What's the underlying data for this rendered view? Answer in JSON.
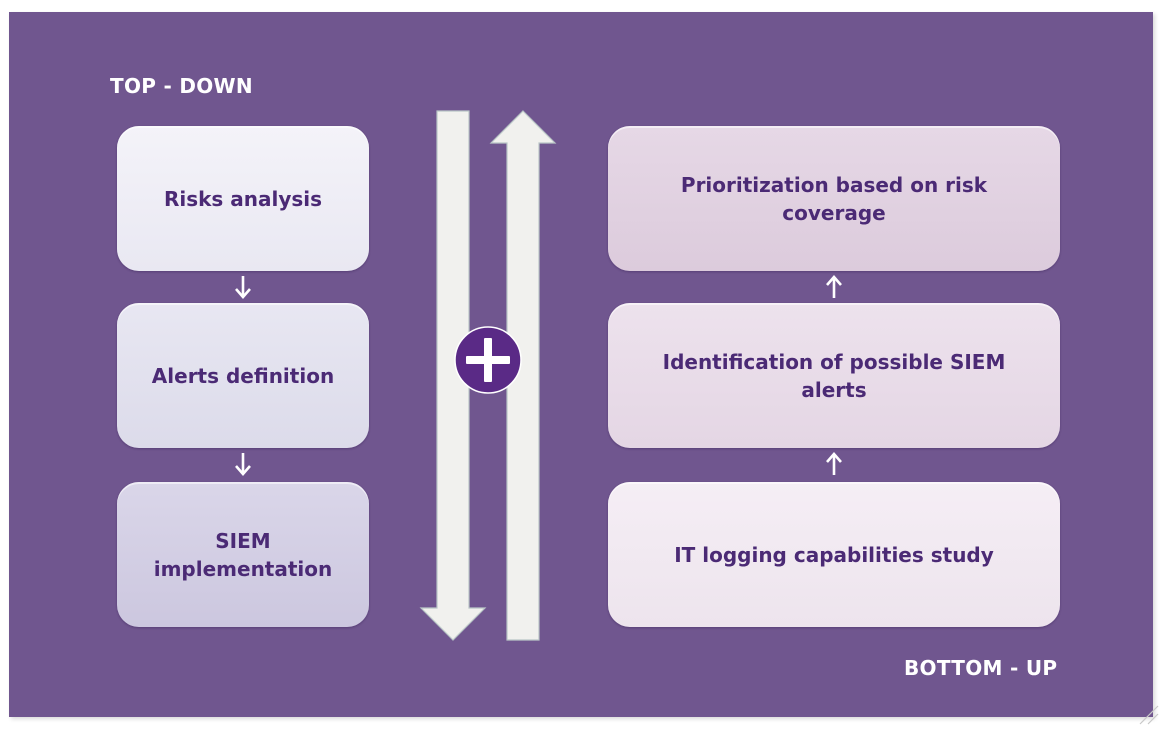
{
  "labels": {
    "top_down": "TOP - DOWN",
    "bottom_up": "BOTTOM - UP"
  },
  "top_down_steps": [
    "Risks analysis",
    "Alerts definition",
    "SIEM implementation"
  ],
  "top_down_step_lines": {
    "step3_line1": "SIEM",
    "step3_line2": "implementation"
  },
  "bottom_up_steps": {
    "top_line1": "Prioritization based on risk",
    "top_line2": "coverage",
    "middle_line1": "Identification of possible SIEM",
    "middle_line2": "alerts",
    "bottom": "IT logging capabilities study"
  },
  "icons": {
    "center": "plus-icon",
    "down_arrow": "arrow-down-icon",
    "up_arrow": "arrow-up-icon"
  },
  "colors": {
    "background": "#70568f",
    "text": "#4b2a75",
    "left_box_1": "#eeedf5",
    "left_box_2": "#e1e0ee",
    "left_box_3": "#d2cde3",
    "right_box_top": "#e2d1e1",
    "right_box_middle": "#e9dce9",
    "right_box_bottom": "#f2eaf2",
    "arrow_fill": "#f1f1ee"
  }
}
